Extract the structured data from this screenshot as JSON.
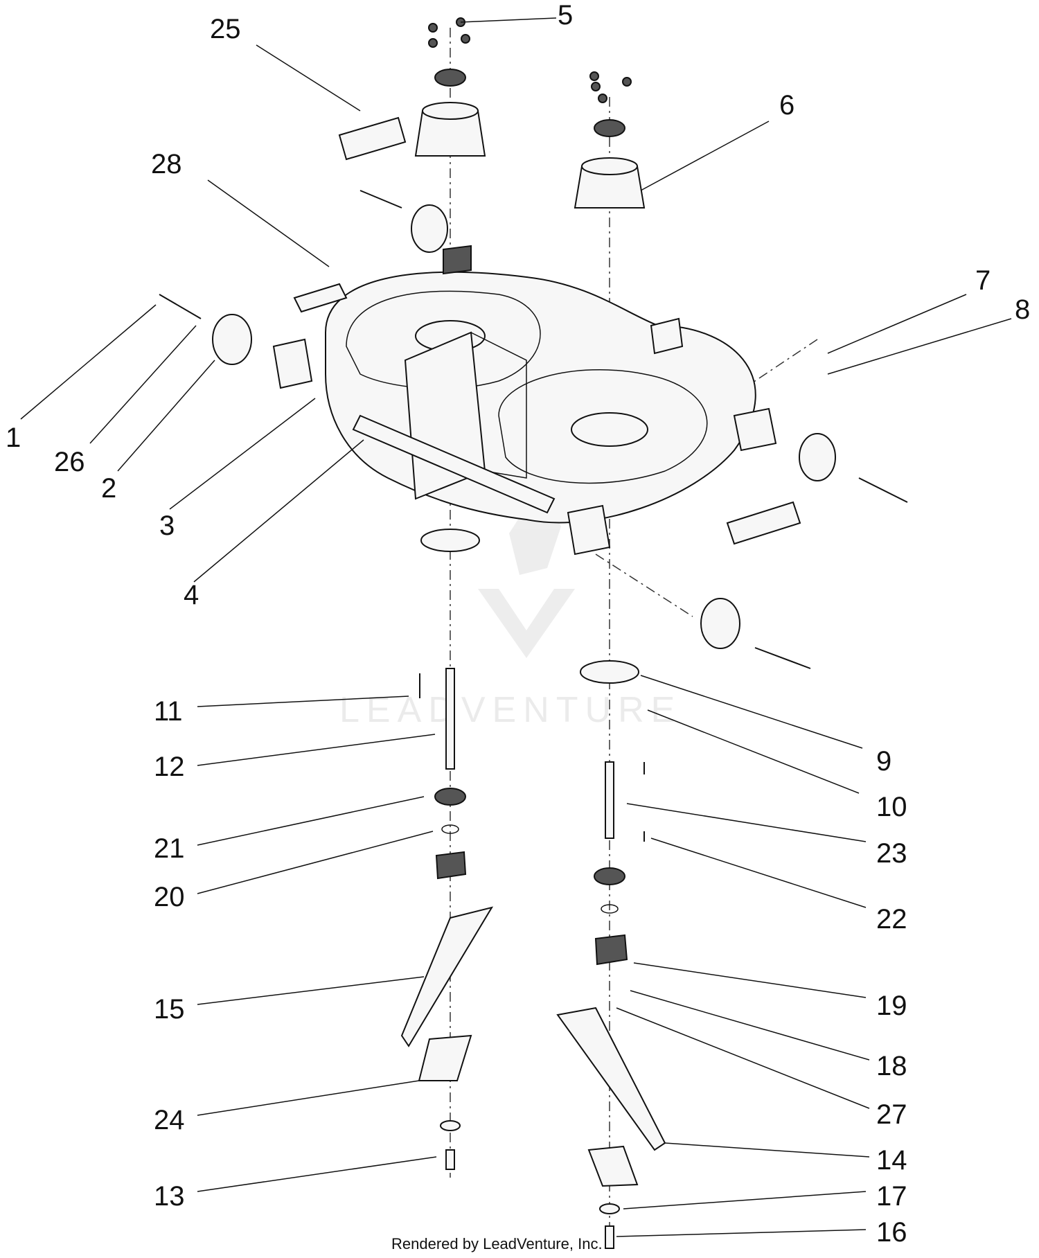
{
  "diagram": {
    "callouts": [
      "25",
      "5",
      "6",
      "28",
      "7",
      "8",
      "1",
      "26",
      "2",
      "3",
      "4",
      "11",
      "12",
      "21",
      "20",
      "15",
      "24",
      "13",
      "9",
      "10",
      "23",
      "22",
      "19",
      "18",
      "27",
      "14",
      "17",
      "16"
    ],
    "footer": "Rendered by LeadVenture, Inc.",
    "watermark": "LEADVENTURE"
  }
}
